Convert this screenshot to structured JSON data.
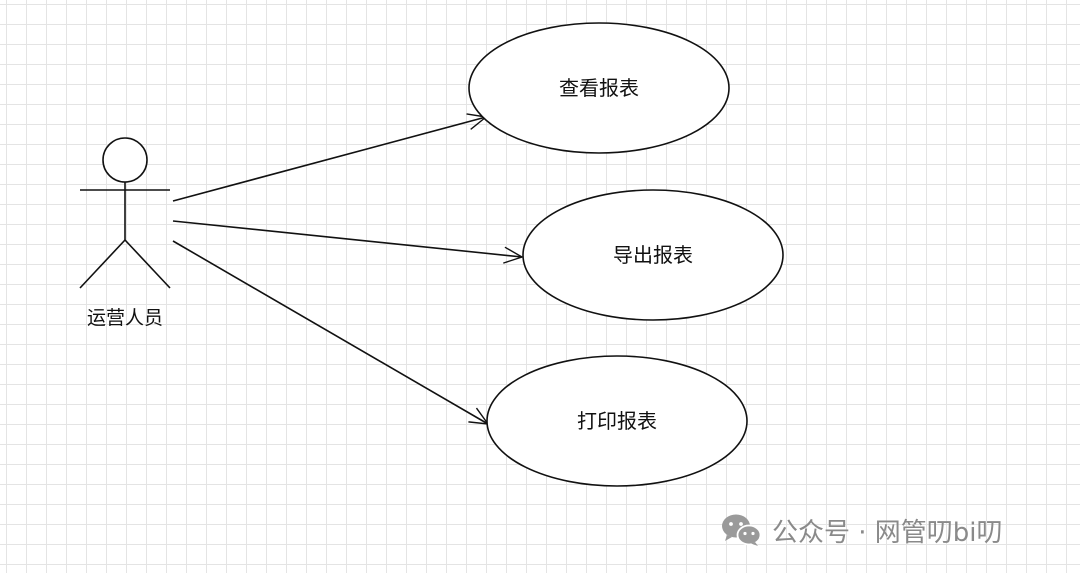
{
  "diagram": {
    "actor": {
      "label": "运营人员"
    },
    "use_cases": [
      {
        "label": "查看报表"
      },
      {
        "label": "导出报表"
      },
      {
        "label": "打印报表"
      }
    ]
  },
  "watermark": {
    "text": "公众号 · 网管叨bi叨"
  },
  "colors": {
    "stroke": "#111111",
    "grid": "#e4e4e4",
    "watermark": "#8a8a8a"
  },
  "icons": {
    "watermark_icon": "wechat-icon"
  }
}
